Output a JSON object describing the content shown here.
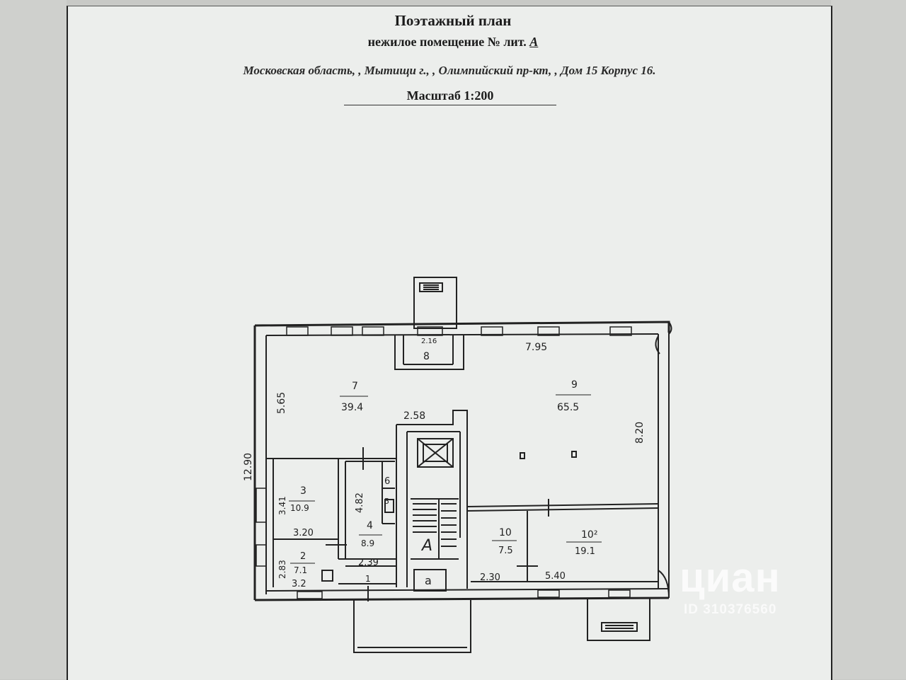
{
  "header": {
    "title": "Поэтажный план",
    "subtitle_main": "нежилое помещение  №  лит. ",
    "subtitle_letter": "А",
    "address": "Московская область, , Мытищи г., , Олимпийский пр-кт, , Дом 15 Корпус 16.",
    "scale": "Масштаб 1:200"
  },
  "plan": {
    "rooms": [
      {
        "num": "7",
        "area": "39.4"
      },
      {
        "num": "9",
        "area": "65.5"
      },
      {
        "num": "8",
        "area": ""
      },
      {
        "num": "3",
        "area": "10.9"
      },
      {
        "num": "4",
        "area": "8.9"
      },
      {
        "num": "6",
        "area": ""
      },
      {
        "num": "5",
        "area": ""
      },
      {
        "num": "2",
        "area": "7.1"
      },
      {
        "num": "1",
        "area": ""
      },
      {
        "num": "10",
        "area": "7.5"
      },
      {
        "num": "10²",
        "area": "19.1"
      }
    ],
    "dims": {
      "d_7_95": "7.95",
      "d_2_16": "2.16",
      "d_5_65": "5.65",
      "d_2_58": "2.58",
      "d_8_20": "8.20",
      "d_12_90": "12.90",
      "d_3_41": "3.41",
      "d_4_82": "4.82",
      "d_3_20": "3.20",
      "d_2_83": "2.83",
      "d_3_2": "3.2",
      "d_2_39": "2.39",
      "d_2_30": "2.30",
      "d_5_40": "5.40"
    },
    "stair_letter": "А",
    "stair_lower": "а"
  },
  "watermark": {
    "logo": "циан",
    "id": "ID 310376560"
  },
  "colors": {
    "paper": "#eceeec",
    "ink": "#222222"
  }
}
